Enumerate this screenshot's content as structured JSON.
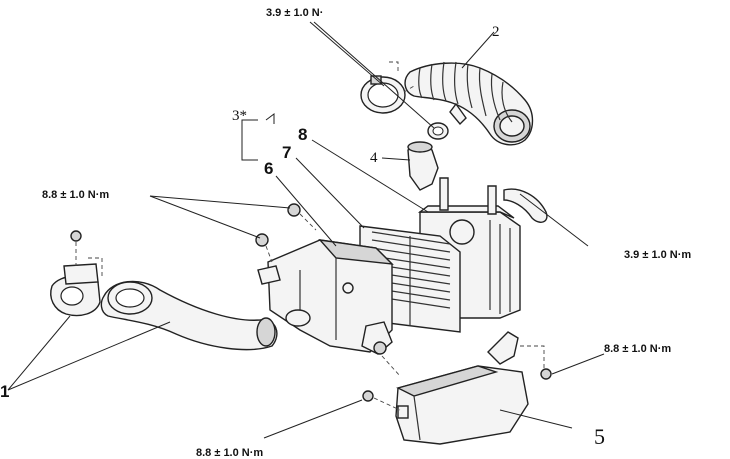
{
  "diagram": {
    "torque_labels": [
      "3.9 ± 1.0 N·",
      "8.8 ± 1.0 N·m",
      "3.9 ± 1.0 N·m",
      "8.8 ± 1.0 N·m",
      "8.8 ± 1.0 N·m"
    ],
    "part_numbers": [
      "1",
      "2",
      "3*",
      "4",
      "5",
      "6",
      "7",
      "8"
    ]
  }
}
